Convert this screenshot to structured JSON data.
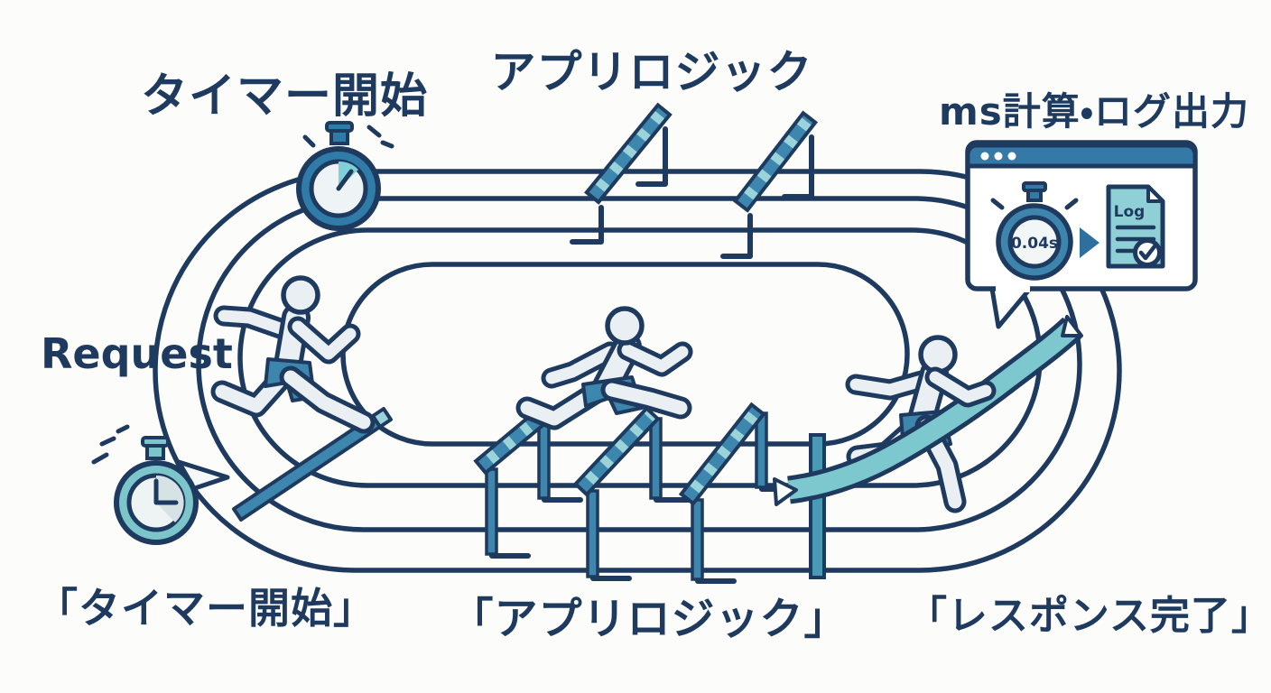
{
  "illustration": {
    "labels": {
      "timer_start": "タイマー開始",
      "app_logic": "アプリロジック",
      "ms_calc_log_output": "ms計算・ログ出力",
      "request": "Request",
      "timer_start_quoted": "「タイマー開始」",
      "app_logic_quoted": "「アプリロジック」",
      "response_complete_quoted": "「レスポンス完了」"
    },
    "popup": {
      "stopwatch_time": "0.04s",
      "log_label": "Log"
    },
    "colors": {
      "navy_outline": "#1e3a5f",
      "medium_blue": "#3d86ad",
      "teal_ribbon": "#7cc8ce",
      "light_teal_stripe": "#9bd3da",
      "pale_figure": "#e9eff3",
      "background": "#fcfcfa"
    }
  }
}
